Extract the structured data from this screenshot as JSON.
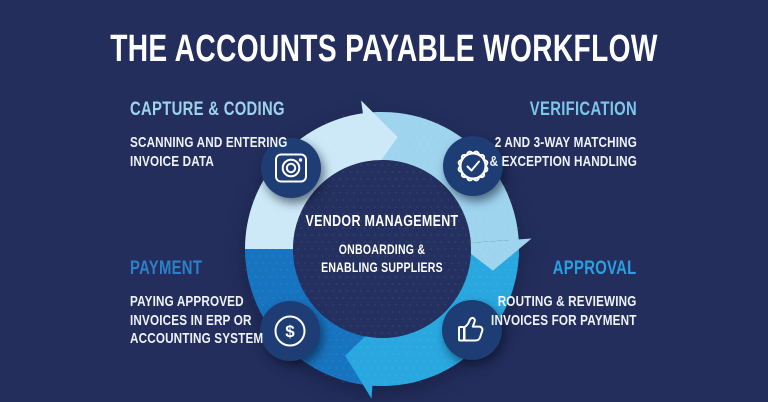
{
  "title": "THE ACCOUNTS PAYABLE WORKFLOW",
  "center": {
    "title": "VENDOR MANAGEMENT",
    "line1": "ONBOARDING &",
    "line2": "ENABLING SUPPLIERS"
  },
  "stages": {
    "capture": {
      "label": "CAPTURE & CODING",
      "desc_lines": [
        "SCANNING AND ENTERING",
        "INVOICE DATA"
      ],
      "color": "#9ed3ec",
      "icon": "camera-icon"
    },
    "verification": {
      "label": "VERIFICATION",
      "desc_lines": [
        "2 AND 3-WAY MATCHING",
        "& EXCEPTION HANDLING"
      ],
      "color": "#7cc6ec",
      "icon": "badge-check-icon"
    },
    "approval": {
      "label": "APPROVAL",
      "desc_lines": [
        "ROUTING & REVIEWING",
        "INVOICES FOR PAYMENT"
      ],
      "color": "#29a0e2",
      "icon": "thumbs-up-icon"
    },
    "payment": {
      "label": "PAYMENT",
      "desc_lines": [
        "PAYING APPROVED",
        "INVOICES IN ERP OR",
        "ACCOUNTING SYSTEM"
      ],
      "color": "#2b80ca",
      "icon": "dollar-icon"
    }
  },
  "icons": {
    "dollar_glyph": "$"
  },
  "colors": {
    "background": "#232e5c",
    "arc_pale": "#cde9f8",
    "arc_light": "#9fd4ef",
    "arc_bright": "#29a8e0",
    "arc_dark": "#1774c0",
    "icon_circle": "#1e3d75",
    "center_circle": "#243160",
    "text_primary": "#ffffff"
  }
}
